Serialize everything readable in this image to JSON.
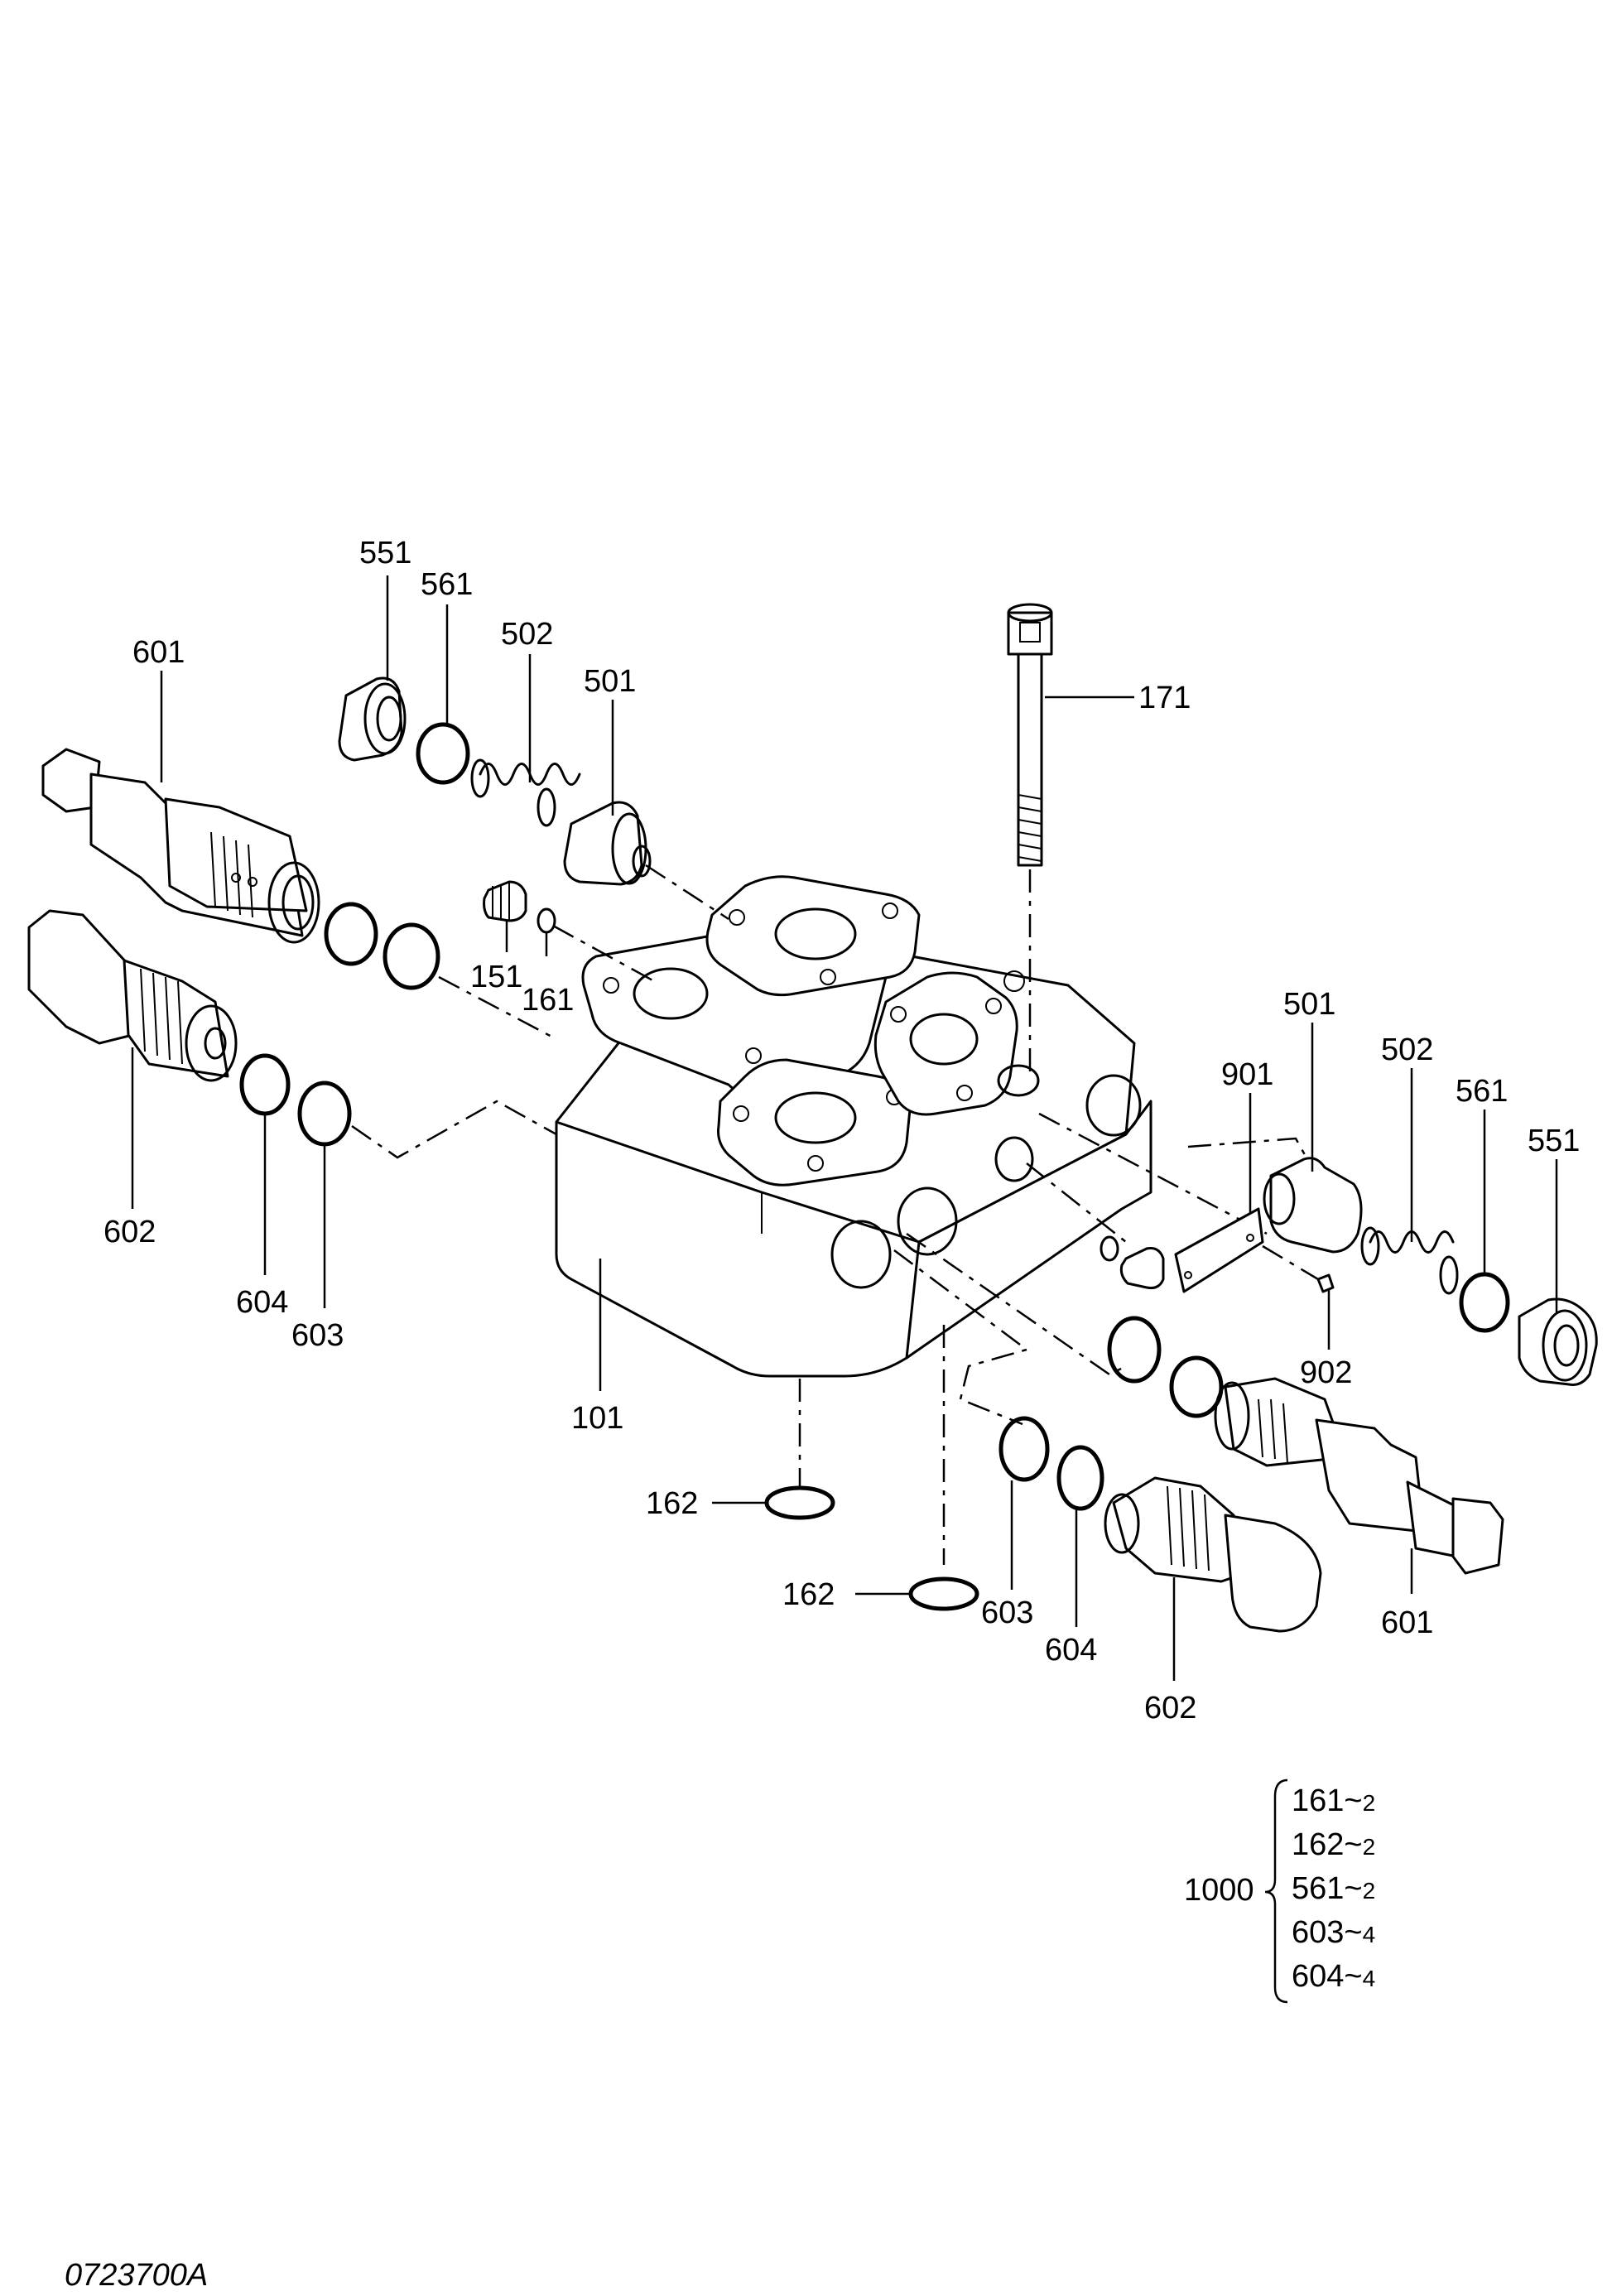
{
  "callouts": {
    "p551_left": "551",
    "p561_left": "561",
    "p502_left": "502",
    "p501_left": "501",
    "p601_left": "601",
    "p171": "171",
    "p151": "151",
    "p161": "161",
    "p602_left": "602",
    "p604_left": "604",
    "p603_left": "603",
    "p101": "101",
    "p501_right": "501",
    "p901": "901",
    "p502_right": "502",
    "p561_right": "561",
    "p551_right": "551",
    "p902": "902",
    "p162_a": "162",
    "p162_b": "162",
    "p603_right": "603",
    "p604_right": "604",
    "p602_right": "602",
    "p601_right": "601"
  },
  "kit": {
    "number": "1000",
    "items": [
      {
        "part": "161",
        "sep": "~",
        "qty": "2"
      },
      {
        "part": "162",
        "sep": "~",
        "qty": "2"
      },
      {
        "part": "561",
        "sep": "~",
        "qty": "2"
      },
      {
        "part": "603",
        "sep": "~",
        "qty": "4"
      },
      {
        "part": "604",
        "sep": "~",
        "qty": "4"
      }
    ]
  },
  "drawing_code": "0723700A"
}
